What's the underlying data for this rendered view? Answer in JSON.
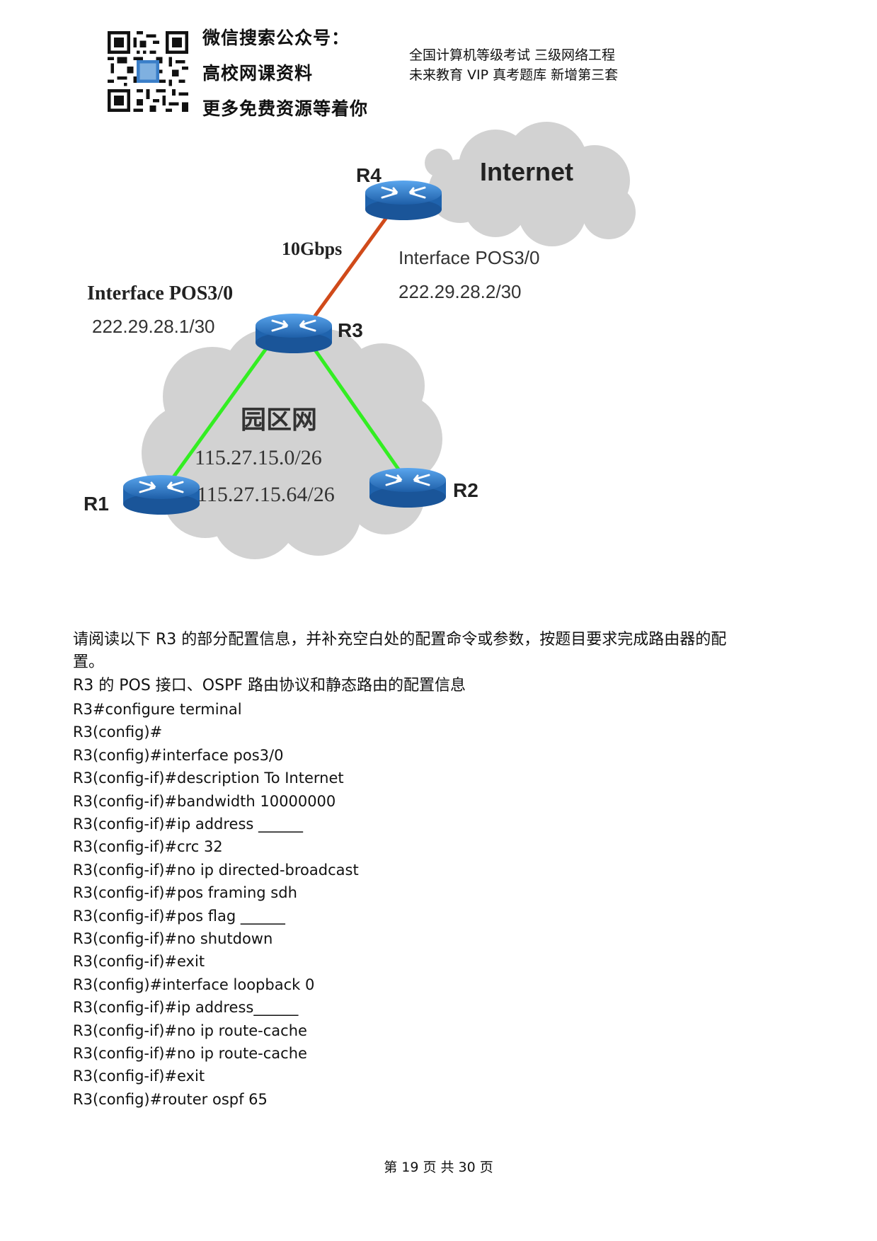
{
  "header": {
    "wechat_line1": "微信搜索公众号：",
    "wechat_line2": "高校网课资料",
    "wechat_line3": "更多免费资源等着你",
    "exam_line1": "全国计算机等级考试 三级网络工程",
    "exam_line2": "未来教育 VIP 真考题库 新增第三套"
  },
  "diagram": {
    "cloud_internet": "Internet",
    "cloud_campus": "园区网",
    "router_r4": "R4",
    "router_r3": "R3",
    "router_r1": "R1",
    "router_r2": "R2",
    "link_speed": "10Gbps",
    "r4_interface": "Interface POS3/0",
    "r4_ip": "222.29.28.2/30",
    "r3_interface": "Interface POS3/0",
    "r3_ip": "222.29.28.1/30",
    "campus_net1": "115.27.15.0/26",
    "campus_net2": "115.27.15.64/26",
    "colors": {
      "wan_link": "#d04a1a",
      "lan_link": "#33ee22",
      "router": "#2d7fd0",
      "cloud": "#d2d2d2"
    }
  },
  "text": {
    "instruction_line1": "请阅读以下 R3 的部分配置信息，并补充空白处的配置命令或参数，按题目要求完成路由器的配",
    "instruction_line2": "置。",
    "section_title": "R3 的 POS 接口、OSPF 路由协议和静态路由的配置信息"
  },
  "config_lines": [
    "R3#configure terminal",
    "R3(config)#",
    "R3(config)#interface pos3/0",
    "R3(config-if)#description To Internet",
    "R3(config-if)#bandwidth 10000000",
    "R3(config-if)#ip address ______",
    "R3(config-if)#crc 32",
    "R3(config-if)#no ip directed-broadcast",
    "R3(config-if)#pos framing sdh",
    "R3(config-if)#pos flag ______",
    "R3(config-if)#no shutdown",
    "R3(config-if)#exit",
    "R3(config)#interface loopback 0",
    "R3(config-if)#ip address______",
    "R3(config-if)#no ip route-cache",
    "R3(config-if)#no ip route-cache",
    "R3(config-if)#exit",
    "R3(config)#router ospf 65"
  ],
  "footer": {
    "page_label": "第 19 页 共 30 页"
  }
}
